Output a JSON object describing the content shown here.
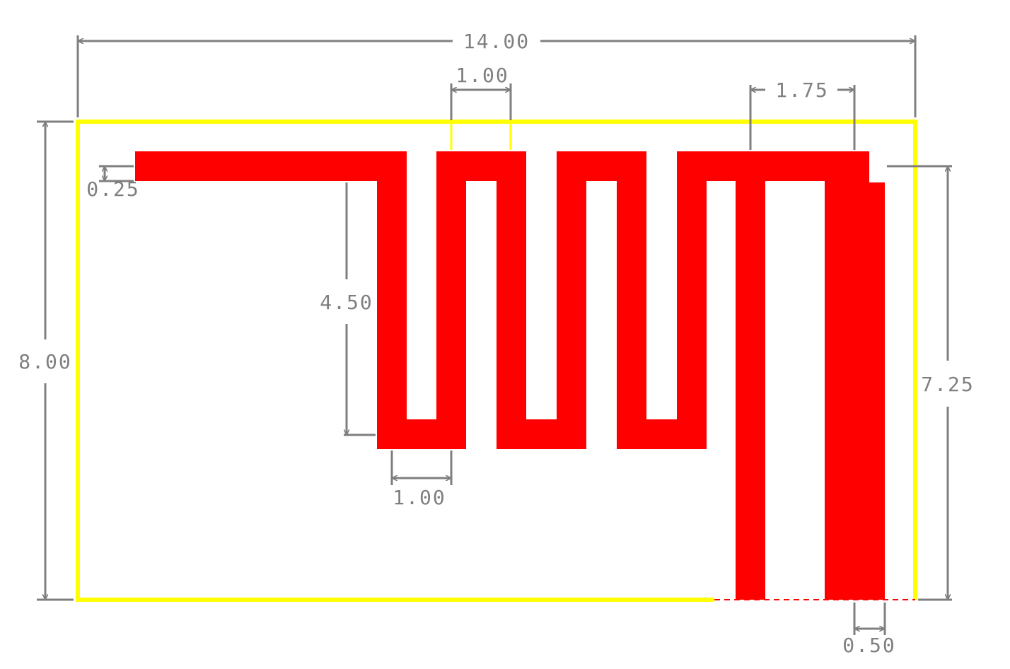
{
  "colors": {
    "board_outline": "#ffff00",
    "trace": "#ff0000",
    "dimension": "#7f7f7f",
    "background": "#ffffff"
  },
  "dimensions": {
    "overall_width": "14.00",
    "overall_height": "8.00",
    "meander_gap": "1.00",
    "meander_width": "1.00",
    "feed_length": "1.75",
    "trace_thickness": "0.25",
    "meander_depth": "4.50",
    "antenna_height": "7.25",
    "feed_width": "0.50"
  }
}
